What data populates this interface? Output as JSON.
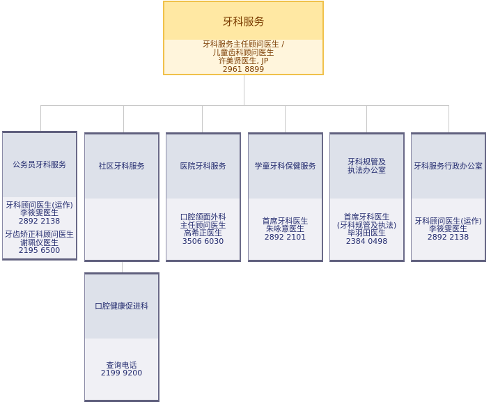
{
  "root": {
    "title": "牙科服务",
    "lines": [
      "牙科服务主任顾问医生 /",
      "儿童齿科顾问医生",
      "许美贤医生, JP",
      "2961 8899"
    ],
    "colors": {
      "header": "#ffe8a3",
      "body": "#fff5dc",
      "border": "#f0c14b",
      "text": "#7a3b00"
    }
  },
  "units": [
    {
      "title": "公务员牙科服务",
      "groups": [
        [
          "牙科顾问医生(运作)",
          "李筱雯医生",
          "2892 2138"
        ],
        [
          "牙齿矫正科顾问医生",
          "谢珮仪医生",
          "2195 6500"
        ]
      ]
    },
    {
      "title": "社区牙科服务",
      "groups": []
    },
    {
      "title": "医院牙科服务",
      "groups": [
        [
          "口腔颌面外科",
          "主任顾问医生",
          "高希正医生",
          "3506 6030"
        ]
      ]
    },
    {
      "title": "学童牙科保健服务",
      "groups": [
        [
          "首席牙科医生",
          "朱咏意医生",
          "2892 2101"
        ]
      ]
    },
    {
      "title_lines": [
        "牙科规管及",
        "执法办公室"
      ],
      "groups": [
        [
          "首席牙科医生",
          "(牙科规管及执法)",
          "毕羽田医生",
          "2384 0498"
        ]
      ]
    },
    {
      "title": "牙科服务行政办公室",
      "groups": [
        [
          "牙科顾问医生(运作)",
          "李筱雯医生",
          "2892 2138"
        ]
      ]
    }
  ],
  "sub_unit": {
    "title": "口腔健康促进科",
    "groups": [
      [
        "查询电话",
        "2199 9200"
      ]
    ]
  },
  "colors": {
    "node_header": "#dde1ea",
    "node_body": "#f0f0f5",
    "node_text": "#222a6e",
    "connector": "#c8c8c8"
  }
}
